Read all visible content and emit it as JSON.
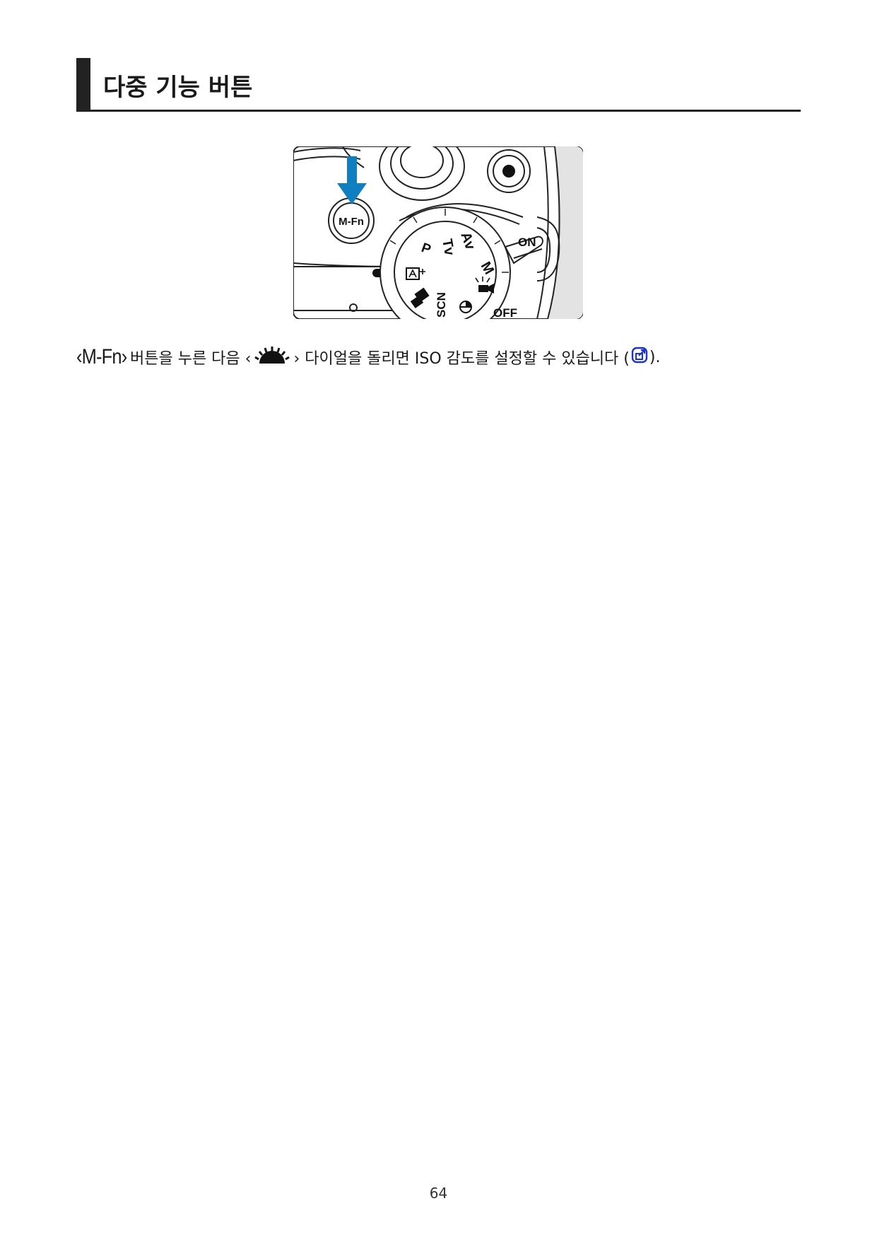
{
  "section": {
    "title": "다중 기능 버튼"
  },
  "figure": {
    "button_label": "M-Fn",
    "dial_modes": [
      "Tv",
      "Av",
      "M",
      "P",
      "SCN"
    ],
    "switch_on": "ON",
    "switch_off": "OFF",
    "arrow_color": "#0f7fc2"
  },
  "instruction": {
    "button_key": "‹M-Fn›",
    "part1": "버튼을 누른 다음 ‹",
    "part2": "› 다이얼을 돌리면 ISO 감도를 설정할 수 있습니다 (",
    "part3": ")."
  },
  "colors": {
    "link_blue": "#1a35c8",
    "text": "#1a1a1a"
  },
  "icons": {
    "dial": "main-dial-icon",
    "reference": "cross-reference-icon"
  },
  "footer": {
    "page_number": "64"
  }
}
